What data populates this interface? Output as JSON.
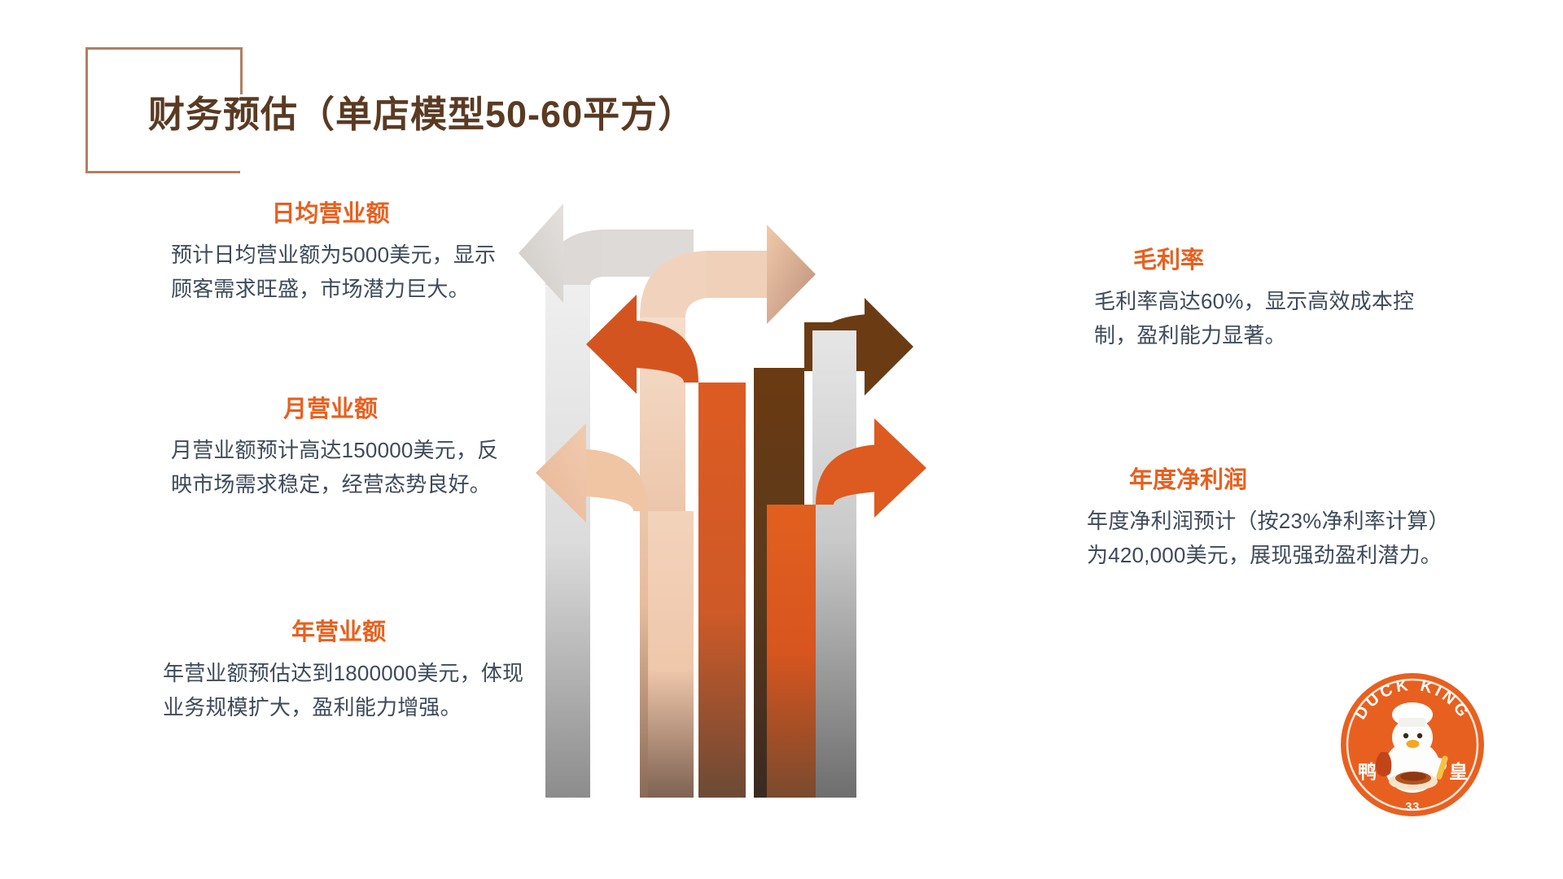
{
  "slide": {
    "title": "财务预估（单店模型50-60平方）",
    "page_number": "33",
    "colors": {
      "title_brown": "#5a3a22",
      "frame_brown": "#b08060",
      "heading_orange": "#e8601f",
      "body_slate": "#3e4a5a",
      "arrow_dark_brown": "#6b3a12",
      "arrow_orange": "#d9531e",
      "arrow_peach": "#f0c0a0",
      "arrow_gray": "#d9d9d9",
      "logo_orange": "#e8601f"
    }
  },
  "left_blocks": [
    {
      "id": "daily-revenue",
      "heading": "日均营业额",
      "body": "预计日均营业额为5000美元，显示顾客需求旺盛，市场潜力巨大。"
    },
    {
      "id": "monthly-revenue",
      "heading": "月营业额",
      "body": "月营业额预计高达150000美元，反映市场需求稳定，经营态势良好。"
    },
    {
      "id": "yearly-revenue",
      "heading": "年营业额",
      "body": "年营业额预估达到1800000美元，体现业务规模扩大，盈利能力增强。"
    }
  ],
  "right_blocks": [
    {
      "id": "gross-margin",
      "heading": "毛利率",
      "body": "毛利率高达60%，显示高效成本控制，盈利能力显著。"
    },
    {
      "id": "annual-net-profit",
      "heading": "年度净利润",
      "body": "年度净利润预计（按23%净利率计算）为420,000美元，展现强劲盈利潜力。"
    }
  ],
  "logo": {
    "brand_en": "DUCK KING",
    "brand_cn_left": "鸭",
    "brand_cn_right": "皇",
    "page_number": "33"
  }
}
